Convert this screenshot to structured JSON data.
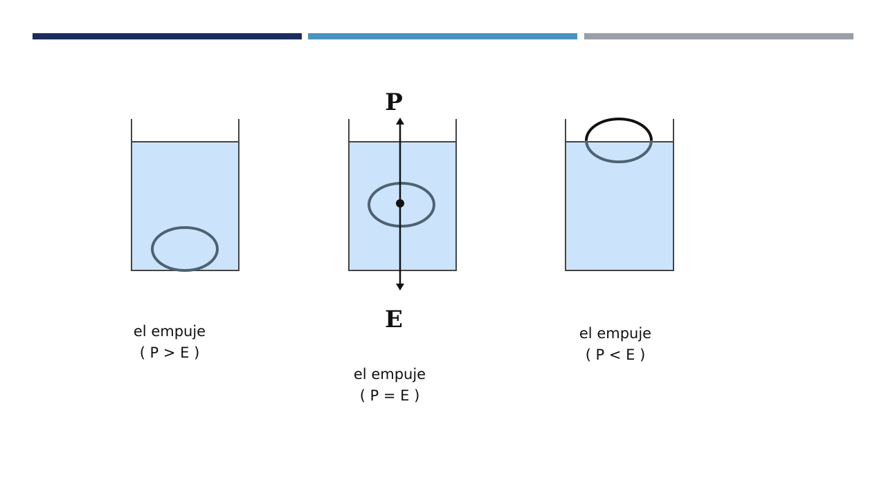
{
  "header": {
    "accent_colors": [
      "#1b2d5c",
      "#4a92c0",
      "#9aa0a6"
    ]
  },
  "diagram": {
    "water_color": "#cce4fb",
    "stroke_color": "#444444",
    "object_stroke_color": "#4e6272",
    "force_labels": {
      "up": "P",
      "down": "E"
    },
    "beakers": [
      {
        "caption_line1": "el empuje",
        "caption_line2": "( P > E )",
        "state": "sunk"
      },
      {
        "caption_line1": "el empuje",
        "caption_line2": "( P = E )",
        "state": "suspended"
      },
      {
        "caption_line1": "el empuje",
        "caption_line2": "( P < E )",
        "state": "floating"
      }
    ]
  }
}
